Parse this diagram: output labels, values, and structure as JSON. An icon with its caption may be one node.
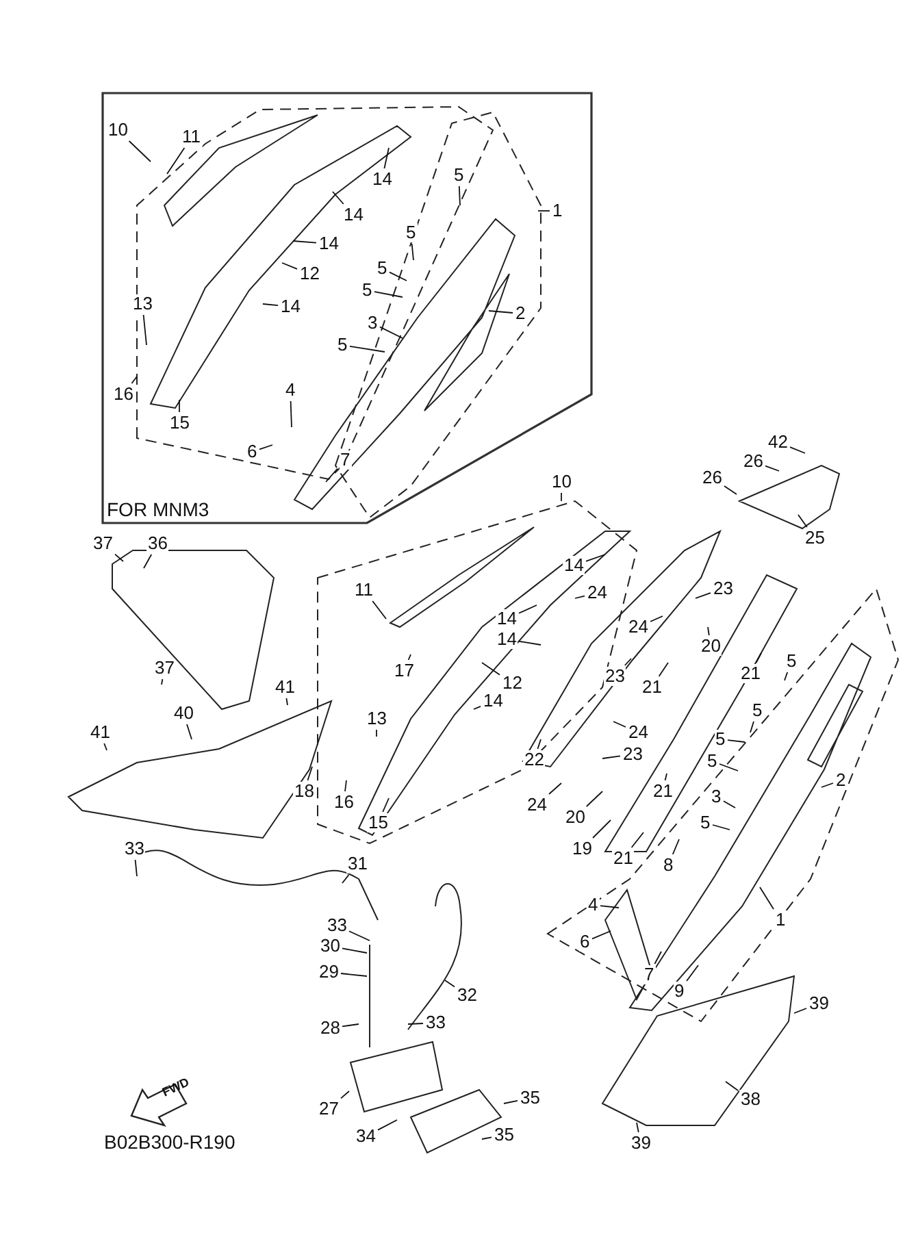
{
  "diagram": {
    "nodes": [
      {
        "text": [
          "10"
        ]
      },
      {
        "text": [
          "11"
        ]
      },
      {
        "text": [
          "14"
        ]
      },
      {
        "text": [
          "14"
        ]
      },
      {
        "text": [
          "5"
        ]
      },
      {
        "text": [
          "1"
        ]
      },
      {
        "text": [
          "14"
        ]
      },
      {
        "text": [
          "5"
        ]
      },
      {
        "text": [
          "12"
        ]
      },
      {
        "text": [
          "5"
        ]
      },
      {
        "text": [
          "5"
        ]
      },
      {
        "text": [
          "14"
        ]
      },
      {
        "text": [
          "13"
        ]
      },
      {
        "text": [
          "3"
        ]
      },
      {
        "text": [
          "2"
        ]
      },
      {
        "text": [
          "5"
        ]
      },
      {
        "text": [
          "16"
        ]
      },
      {
        "text": [
          "15"
        ]
      },
      {
        "text": [
          "4"
        ]
      },
      {
        "text": [
          "6"
        ]
      },
      {
        "text": [
          "7"
        ]
      },
      {
        "text": [
          "42"
        ]
      },
      {
        "text": [
          "26"
        ]
      },
      {
        "text": [
          "26"
        ]
      },
      {
        "text": [
          "10"
        ]
      },
      {
        "text": [
          "37"
        ]
      },
      {
        "text": [
          "36"
        ]
      },
      {
        "text": [
          "25"
        ]
      },
      {
        "text": [
          "14"
        ]
      },
      {
        "text": [
          "24"
        ]
      },
      {
        "text": [
          "23"
        ]
      },
      {
        "text": [
          "11"
        ]
      },
      {
        "text": [
          "14"
        ]
      },
      {
        "text": [
          "14"
        ]
      },
      {
        "text": [
          "20"
        ]
      },
      {
        "text": [
          "24"
        ]
      },
      {
        "text": [
          "23"
        ]
      },
      {
        "text": [
          "21"
        ]
      },
      {
        "text": [
          "21"
        ]
      },
      {
        "text": [
          "5"
        ]
      },
      {
        "text": [
          "17"
        ]
      },
      {
        "text": [
          "12"
        ]
      },
      {
        "text": [
          "37"
        ]
      },
      {
        "text": [
          "41"
        ]
      },
      {
        "text": [
          "14"
        ]
      },
      {
        "text": [
          "24"
        ]
      },
      {
        "text": [
          "5"
        ]
      },
      {
        "text": [
          "13"
        ]
      },
      {
        "text": [
          "40"
        ]
      },
      {
        "text": [
          "41"
        ]
      },
      {
        "text": [
          "5"
        ]
      },
      {
        "text": [
          "23"
        ]
      },
      {
        "text": [
          "5"
        ]
      },
      {
        "text": [
          "2"
        ]
      },
      {
        "text": [
          "22"
        ]
      },
      {
        "text": [
          "21"
        ]
      },
      {
        "text": [
          "24"
        ]
      },
      {
        "text": [
          "20"
        ]
      },
      {
        "text": [
          "3"
        ]
      },
      {
        "text": [
          "5"
        ]
      },
      {
        "text": [
          "18"
        ]
      },
      {
        "text": [
          "16"
        ]
      },
      {
        "text": [
          "15"
        ]
      },
      {
        "text": [
          "19"
        ]
      },
      {
        "text": [
          "21"
        ]
      },
      {
        "text": [
          "8"
        ]
      },
      {
        "text": [
          "1"
        ]
      },
      {
        "text": [
          "4"
        ]
      },
      {
        "text": [
          "6"
        ]
      },
      {
        "text": [
          "7"
        ]
      },
      {
        "text": [
          "9"
        ]
      },
      {
        "text": [
          "33"
        ]
      },
      {
        "text": [
          "31"
        ]
      },
      {
        "text": [
          "33"
        ]
      },
      {
        "text": [
          "30"
        ]
      },
      {
        "text": [
          "29"
        ]
      },
      {
        "text": [
          "32"
        ]
      },
      {
        "text": [
          "28"
        ]
      },
      {
        "text": [
          "33"
        ]
      },
      {
        "text": [
          "39"
        ]
      },
      {
        "text": [
          "38"
        ]
      },
      {
        "text": [
          "27"
        ]
      },
      {
        "text": [
          "35"
        ]
      },
      {
        "text": [
          "34"
        ]
      },
      {
        "text": [
          "35"
        ]
      },
      {
        "text": [
          "39"
        ]
      }
    ],
    "edges": [
      {
        "from": 0,
        "to": null,
        "arrow": "none"
      },
      {
        "from": 1,
        "to": null,
        "arrow": "none"
      },
      {
        "from": 2,
        "to": null,
        "arrow": "none"
      },
      {
        "from": 3,
        "to": null,
        "arrow": "none"
      },
      {
        "from": 4,
        "to": null,
        "arrow": "none"
      },
      {
        "from": 5,
        "to": null,
        "arrow": "none"
      },
      {
        "from": 6,
        "to": null,
        "arrow": "none"
      },
      {
        "from": 7,
        "to": null,
        "arrow": "none"
      },
      {
        "from": 8,
        "to": null,
        "arrow": "none"
      },
      {
        "from": 9,
        "to": null,
        "arrow": "none"
      },
      {
        "from": 10,
        "to": null,
        "arrow": "none"
      },
      {
        "from": 11,
        "to": null,
        "arrow": "none"
      },
      {
        "from": 12,
        "to": null,
        "arrow": "none"
      },
      {
        "from": 13,
        "to": null,
        "arrow": "none"
      },
      {
        "from": 14,
        "to": null,
        "arrow": "none"
      },
      {
        "from": 15,
        "to": null,
        "arrow": "none"
      },
      {
        "from": 16,
        "to": null,
        "arrow": "none"
      },
      {
        "from": 17,
        "to": null,
        "arrow": "none"
      },
      {
        "from": 18,
        "to": null,
        "arrow": "none"
      },
      {
        "from": 19,
        "to": null,
        "arrow": "none"
      },
      {
        "from": 20,
        "to": null,
        "arrow": "none"
      },
      {
        "from": 21,
        "to": null,
        "arrow": "none"
      },
      {
        "from": 22,
        "to": null,
        "arrow": "none"
      },
      {
        "from": 23,
        "to": null,
        "arrow": "none"
      },
      {
        "from": 24,
        "to": null,
        "arrow": "none"
      },
      {
        "from": 25,
        "to": null,
        "arrow": "none"
      },
      {
        "from": 26,
        "to": null,
        "arrow": "none"
      },
      {
        "from": 27,
        "to": null,
        "arrow": "none"
      },
      {
        "from": 28,
        "to": null,
        "arrow": "none"
      },
      {
        "from": 29,
        "to": null,
        "arrow": "none"
      },
      {
        "from": 30,
        "to": null,
        "arrow": "none"
      },
      {
        "from": 31,
        "to": null,
        "arrow": "none"
      },
      {
        "from": 32,
        "to": null,
        "arrow": "none"
      },
      {
        "from": 33,
        "to": null,
        "arrow": "none"
      },
      {
        "from": 34,
        "to": null,
        "arrow": "none"
      },
      {
        "from": 35,
        "to": null,
        "arrow": "none"
      },
      {
        "from": 36,
        "to": null,
        "arrow": "none"
      },
      {
        "from": 37,
        "to": null,
        "arrow": "none"
      },
      {
        "from": 38,
        "to": null,
        "arrow": "none"
      },
      {
        "from": 39,
        "to": null,
        "arrow": "none"
      },
      {
        "from": 40,
        "to": null,
        "arrow": "none"
      },
      {
        "from": 41,
        "to": null,
        "arrow": "none"
      },
      {
        "from": 42,
        "to": null,
        "arrow": "none"
      },
      {
        "from": 43,
        "to": null,
        "arrow": "none"
      },
      {
        "from": 44,
        "to": null,
        "arrow": "none"
      },
      {
        "from": 45,
        "to": null,
        "arrow": "none"
      },
      {
        "from": 46,
        "to": null,
        "arrow": "none"
      },
      {
        "from": 47,
        "to": null,
        "arrow": "none"
      },
      {
        "from": 48,
        "to": null,
        "arrow": "none"
      },
      {
        "from": 49,
        "to": null,
        "arrow": "none"
      },
      {
        "from": 50,
        "to": null,
        "arrow": "none"
      },
      {
        "from": 51,
        "to": null,
        "arrow": "none"
      },
      {
        "from": 52,
        "to": null,
        "arrow": "none"
      },
      {
        "from": 53,
        "to": null,
        "arrow": "none"
      },
      {
        "from": 54,
        "to": null,
        "arrow": "none"
      },
      {
        "from": 55,
        "to": null,
        "arrow": "none"
      },
      {
        "from": 56,
        "to": null,
        "arrow": "none"
      },
      {
        "from": 57,
        "to": null,
        "arrow": "none"
      },
      {
        "from": 58,
        "to": null,
        "arrow": "none"
      },
      {
        "from": 59,
        "to": null,
        "arrow": "none"
      },
      {
        "from": 60,
        "to": null,
        "arrow": "none"
      },
      {
        "from": 61,
        "to": null,
        "arrow": "none"
      },
      {
        "from": 62,
        "to": null,
        "arrow": "none"
      },
      {
        "from": 63,
        "to": null,
        "arrow": "none"
      },
      {
        "from": 64,
        "to": null,
        "arrow": "none"
      },
      {
        "from": 65,
        "to": null,
        "arrow": "none"
      },
      {
        "from": 66,
        "to": null,
        "arrow": "none"
      },
      {
        "from": 67,
        "to": null,
        "arrow": "none"
      },
      {
        "from": 68,
        "to": null,
        "arrow": "none"
      },
      {
        "from": 69,
        "to": null,
        "arrow": "none"
      },
      {
        "from": 70,
        "to": null,
        "arrow": "none"
      },
      {
        "from": 71,
        "to": null,
        "arrow": "none"
      },
      {
        "from": 72,
        "to": null,
        "arrow": "none"
      },
      {
        "from": 73,
        "to": null,
        "arrow": "none"
      },
      {
        "from": 74,
        "to": null,
        "arrow": "none"
      },
      {
        "from": 75,
        "to": null,
        "arrow": "none"
      },
      {
        "from": 76,
        "to": null,
        "arrow": "none"
      },
      {
        "from": 77,
        "to": null,
        "arrow": "none"
      },
      {
        "from": 78,
        "to": null,
        "arrow": "none"
      },
      {
        "from": 79,
        "to": null,
        "arrow": "none"
      },
      {
        "from": 80,
        "to": null,
        "arrow": "none"
      },
      {
        "from": 81,
        "to": null,
        "arrow": "none"
      },
      {
        "from": 82,
        "to": null,
        "arrow": "none"
      },
      {
        "from": 83,
        "to": null,
        "arrow": "none"
      },
      {
        "from": 84,
        "to": null,
        "arrow": "none"
      },
      {
        "from": 85,
        "to": null,
        "arrow": "none"
      }
    ],
    "labels": [
      "FOR MNM3",
      "FWD",
      "B02B300-R190"
    ]
  }
}
